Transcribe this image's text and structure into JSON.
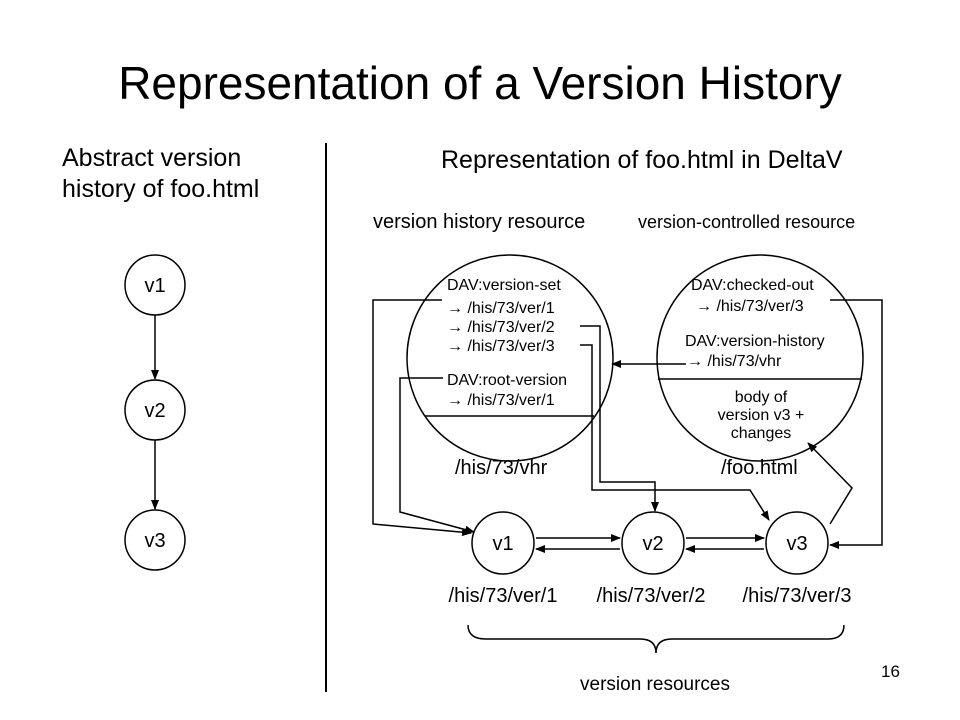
{
  "slide": {
    "title": "Representation of a Version History",
    "page_number": "16"
  },
  "left_panel": {
    "caption": "Abstract version history of foo.html",
    "nodes": [
      "v1",
      "v2",
      "v3"
    ]
  },
  "right_panel": {
    "title": "Representation of foo.html in DeltaV",
    "version_history_resource": {
      "label": "version history resource",
      "url": "/his/73/vhr",
      "lines": [
        "DAV:version-set",
        "/his/73/ver/1",
        "/his/73/ver/2",
        "/his/73/ver/3",
        "DAV:root-version",
        "/his/73/ver/1"
      ]
    },
    "version_controlled_resource": {
      "label": "version-controlled resource",
      "url": "/foo.html",
      "lines": [
        "DAV:checked-out",
        "/his/73/ver/3",
        "DAV:version-history",
        "/his/73/vhr"
      ],
      "body_lines": [
        "body of",
        "version v3 +",
        "changes"
      ]
    },
    "versions": [
      {
        "node": "v1",
        "url": "/his/73/ver/1"
      },
      {
        "node": "v2",
        "url": "/his/73/ver/2"
      },
      {
        "node": "v3",
        "url": "/his/73/ver/3"
      }
    ],
    "brace_label": "version resources"
  }
}
